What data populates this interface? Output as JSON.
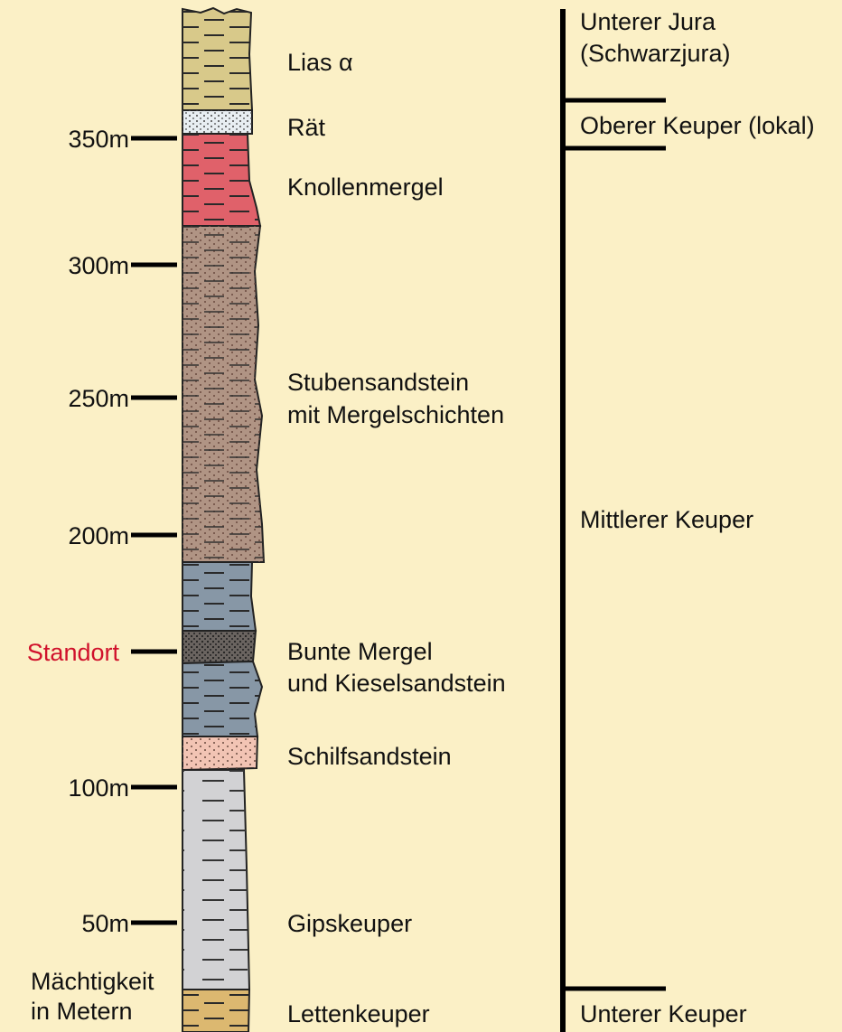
{
  "colors": {
    "background": "#fbf0c6",
    "standort": "#d0112b",
    "lias": "#d8c98a",
    "raet": "#e8eef2",
    "knollenmergel": "#e0616a",
    "stubensandstein": "#b09484",
    "bunte_mergel": "#8797a6",
    "standort_layer": "#6a6460",
    "schilfsandstein": "#f2c4b4",
    "gipskeuper": "#d2d2d4",
    "lettenkeuper": "#dcb870"
  },
  "scale": {
    "caption_line1": "Mächtigkeit",
    "caption_line2": "in Metern",
    "ticks": [
      "350m",
      "300m",
      "250m",
      "200m",
      "100m",
      "50m"
    ],
    "standort_label": "Standort"
  },
  "layers": [
    {
      "id": "lias",
      "label": "Lias α"
    },
    {
      "id": "raet",
      "label": "Rät"
    },
    {
      "id": "knollenmergel",
      "label": "Knollenmergel"
    },
    {
      "id": "stubensandstein",
      "label_line1": "Stubensandstein",
      "label_line2": "mit Mergelschichten"
    },
    {
      "id": "bunte_mergel",
      "label_line1": "Bunte Mergel",
      "label_line2": "und Kieselsandstein"
    },
    {
      "id": "schilfsandstein",
      "label": "Schilfsandstein"
    },
    {
      "id": "gipskeuper",
      "label": "Gipskeuper"
    },
    {
      "id": "lettenkeuper",
      "label": "Lettenkeuper"
    }
  ],
  "stages": {
    "unterer_jura_line1": "Unterer Jura",
    "unterer_jura_line2": "(Schwarzjura)",
    "oberer_keuper": "Oberer Keuper (lokal)",
    "mittlerer_keuper": "Mittlerer Keuper",
    "unterer_keuper": "Unterer Keuper"
  }
}
